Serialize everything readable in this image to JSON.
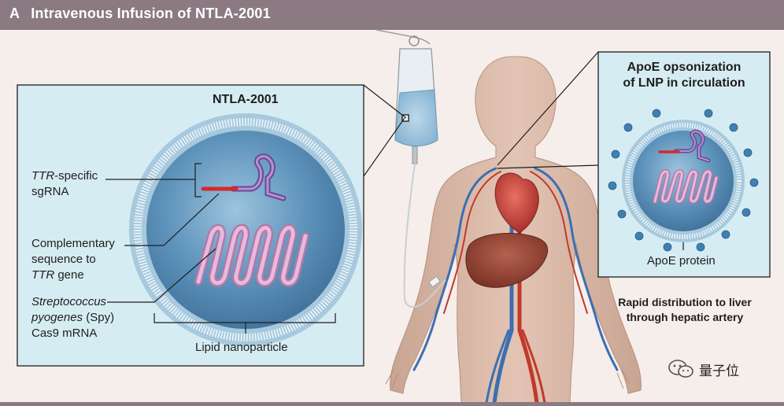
{
  "header": {
    "panel_letter": "A",
    "title": "Intravenous Infusion of NTLA-2001"
  },
  "left_box": {
    "title": "NTLA-2001",
    "labels": {
      "sgrna_italic": "TTR",
      "sgrna_rest": "-specific",
      "sgrna_line2": "sgRNA",
      "comp_line1": "Complementary",
      "comp_line2": "sequence to",
      "comp_italic": "TTR",
      "comp_rest": " gene",
      "spy_italic1": "Streptococcus",
      "spy_italic2": "pyogenes",
      "spy_rest": " (Spy)",
      "spy_line3": "Cas9 mRNA",
      "lnp": "Lipid nanoparticle"
    }
  },
  "right_box": {
    "title_line1": "ApoE opsonization",
    "title_line2": "of LNP in circulation",
    "protein_label": "ApoE protein"
  },
  "caption": {
    "line1": "Rapid distribution to liver",
    "line2": "through hepatic artery"
  },
  "watermark": {
    "text": "量子位",
    "icon": "wechat-icon"
  },
  "colors": {
    "header_bg": "#8b7a82",
    "box_bg": "#d6ecf3",
    "lnp_core": "#4d84ad",
    "sgrna_purple": "#6a4a92",
    "sgrna_red": "#d42a2a",
    "mrna_pink": "#d89ac9",
    "apoe_blue": "#3f7fb2",
    "body_skin": "#d8b6a5",
    "artery_red": "#c0392b",
    "vein_blue": "#3c6fb0"
  }
}
